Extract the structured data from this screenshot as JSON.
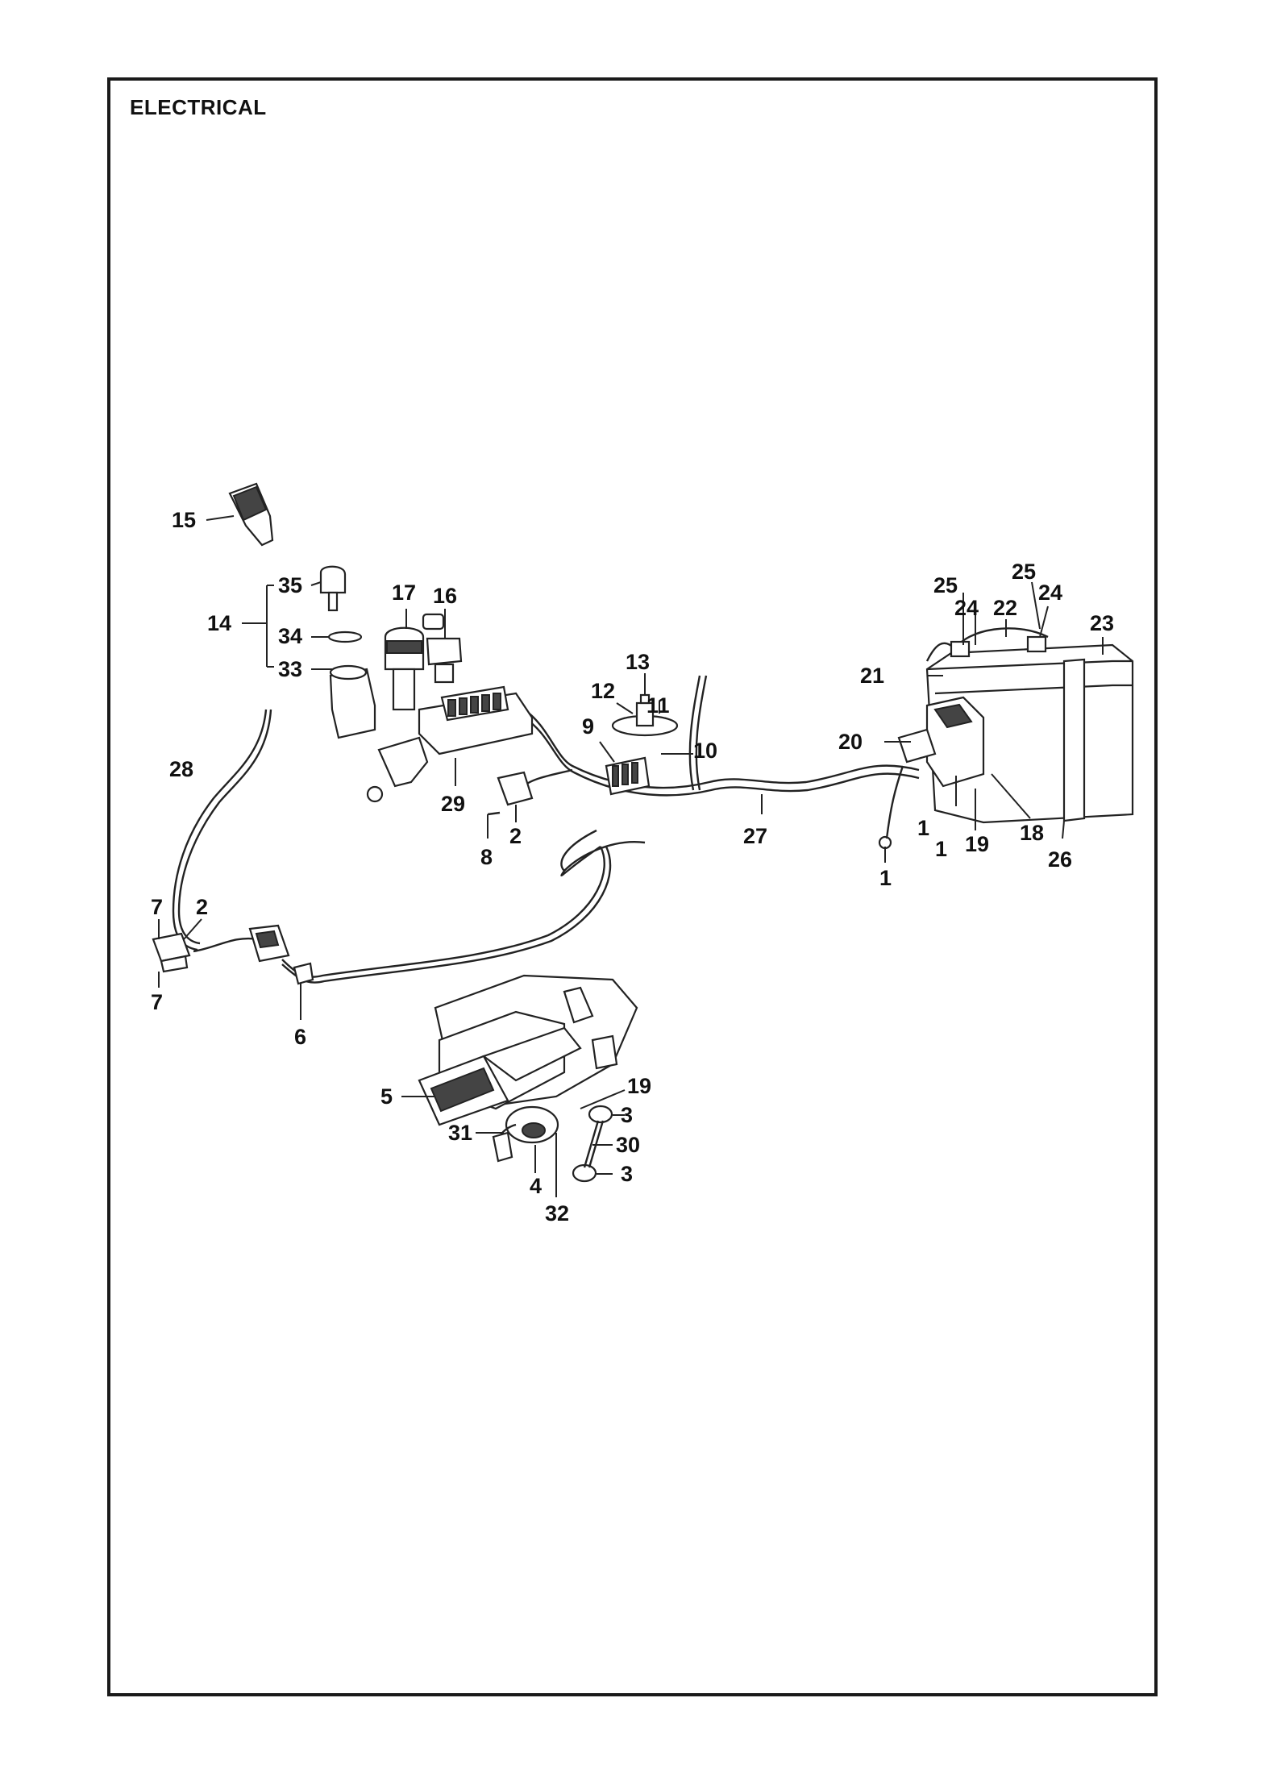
{
  "title": "ELECTRICAL",
  "callouts": {
    "c15": "15",
    "c35": "35",
    "c14": "14",
    "c34": "34",
    "c33": "33",
    "c17": "17",
    "c16": "16",
    "c13": "13",
    "c12": "12",
    "c11": "11",
    "c9": "9",
    "c10": "10",
    "c28": "28",
    "c29": "29",
    "c8": "8",
    "c2a": "2",
    "c2b": "2",
    "c27": "27",
    "c7a": "7",
    "c7b": "7",
    "c6": "6",
    "c25a": "25",
    "c25b": "25",
    "c24a": "24",
    "c24b": "24",
    "c22": "22",
    "c23": "23",
    "c21": "21",
    "c20": "20",
    "c1a": "1",
    "c1b": "1",
    "c1c": "1",
    "c19a": "19",
    "c18": "18",
    "c26": "26",
    "c5": "5",
    "c19b": "19",
    "c3a": "3",
    "c3b": "3",
    "c31": "31",
    "c30": "30",
    "c4": "4",
    "c32": "32"
  }
}
